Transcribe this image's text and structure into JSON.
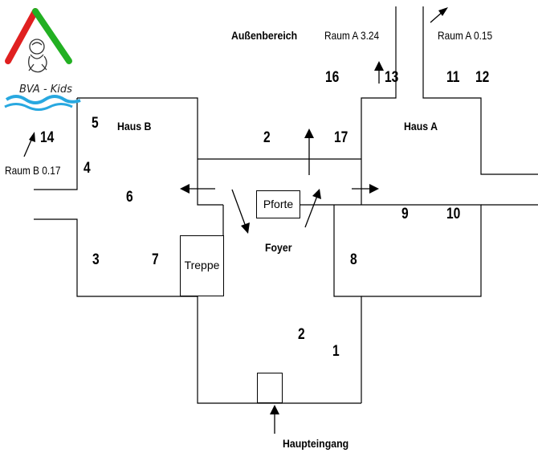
{
  "logo": {
    "text": "BVA - Kids"
  },
  "areas": {
    "aussenbereich": "Außenbereich",
    "haus_b": "Haus B",
    "haus_a": "Haus A",
    "foyer": "Foyer",
    "pforte": "Pforte",
    "treppe": "Treppe",
    "haupteingang": "Haupteingang"
  },
  "rooms": {
    "raum_a_324": "Raum A 3.24",
    "raum_a_015": "Raum A 0.15",
    "raum_b_017": "Raum B 0.17"
  },
  "numbers": {
    "n1": "1",
    "n2_top": "2",
    "n2_bottom": "2",
    "n3": "3",
    "n4": "4",
    "n5": "5",
    "n6": "6",
    "n7": "7",
    "n8": "8",
    "n9": "9",
    "n10": "10",
    "n11": "11",
    "n12": "12",
    "n13": "13",
    "n14": "14",
    "n16": "16",
    "n17": "17"
  },
  "colors": {
    "logo_red": "#e02020",
    "logo_green": "#22b022",
    "logo_water": "#28a8e0"
  }
}
